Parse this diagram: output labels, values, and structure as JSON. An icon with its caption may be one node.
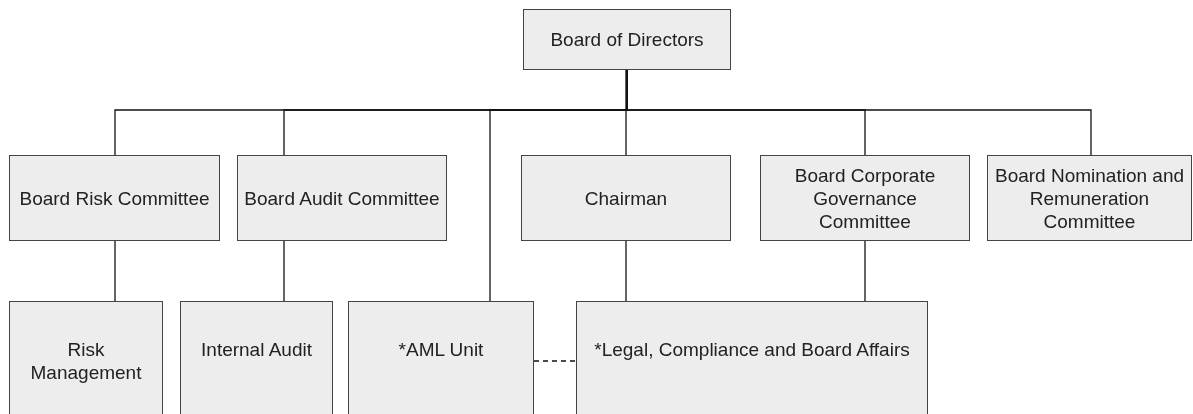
{
  "diagram": {
    "nodes": [
      {
        "text": [
          "Board of Directors"
        ]
      },
      {
        "text": [
          "Board Risk Committee"
        ]
      },
      {
        "text": [
          "Board Audit Committee"
        ]
      },
      {
        "text": [
          "Chairman"
        ]
      },
      {
        "text": [
          "Board Corporate Governance Committee"
        ]
      },
      {
        "text": [
          "Board Nomination and Remuneration Committee"
        ]
      },
      {
        "text": [
          "Risk Management"
        ]
      },
      {
        "text": [
          "Internal Audit"
        ]
      },
      {
        "text": [
          "*AML Unit"
        ]
      },
      {
        "text": [
          "*Legal, Compliance and Board Affairs"
        ]
      }
    ],
    "edges": [
      {
        "from": 0,
        "to": 1,
        "arrow": "none"
      },
      {
        "from": 0,
        "to": 2,
        "arrow": "none"
      },
      {
        "from": 0,
        "to": 8,
        "arrow": "none"
      },
      {
        "from": 0,
        "to": 3,
        "arrow": "none"
      },
      {
        "from": 0,
        "to": 4,
        "arrow": "none"
      },
      {
        "from": 0,
        "to": 5,
        "arrow": "none"
      },
      {
        "from": 1,
        "to": 6,
        "arrow": "none"
      },
      {
        "from": 2,
        "to": 7,
        "arrow": "none"
      },
      {
        "from": 3,
        "to": 9,
        "arrow": "none"
      },
      {
        "from": 4,
        "to": 9,
        "arrow": "none"
      },
      {
        "from": 8,
        "to": 9,
        "arrow": "none",
        "style": "dashed"
      }
    ]
  }
}
